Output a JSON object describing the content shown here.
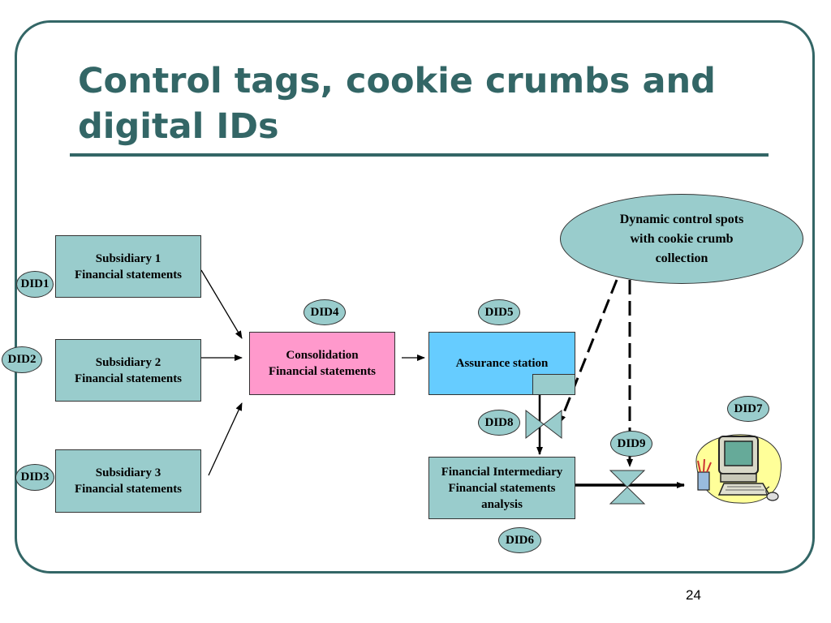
{
  "slide": {
    "title": "Control tags, cookie crumbs and digital IDs",
    "page_number": "24"
  },
  "boxes": {
    "subsidiary1": [
      "Subsidiary 1",
      "Financial statements"
    ],
    "subsidiary2": [
      "Subsidiary 2",
      "Financial statements"
    ],
    "subsidiary3": [
      "Subsidiary 3",
      "Financial statements"
    ],
    "consolidation": [
      "Consolidation",
      "Financial statements"
    ],
    "assurance": [
      "Assurance station"
    ],
    "intermediary": [
      "Financial Intermediary",
      "Financial statements",
      "analysis"
    ]
  },
  "callout": [
    "Dynamic control spots",
    "with cookie crumb",
    "collection"
  ],
  "digital_ids": {
    "did1": "DID1",
    "did2": "DID2",
    "did3": "DID3",
    "did4": "DID4",
    "did5": "DID5",
    "did6": "DID6",
    "did7": "DID7",
    "did8": "DID8",
    "did9": "DID9"
  },
  "colors": {
    "theme": "#336666",
    "teal_fill": "#99cccc",
    "consolidation_fill": "#ff99cc",
    "assurance_fill": "#66ccff"
  },
  "icons": {
    "computer": "computer-clipart-icon",
    "valve": "bowtie-valve-icon"
  }
}
